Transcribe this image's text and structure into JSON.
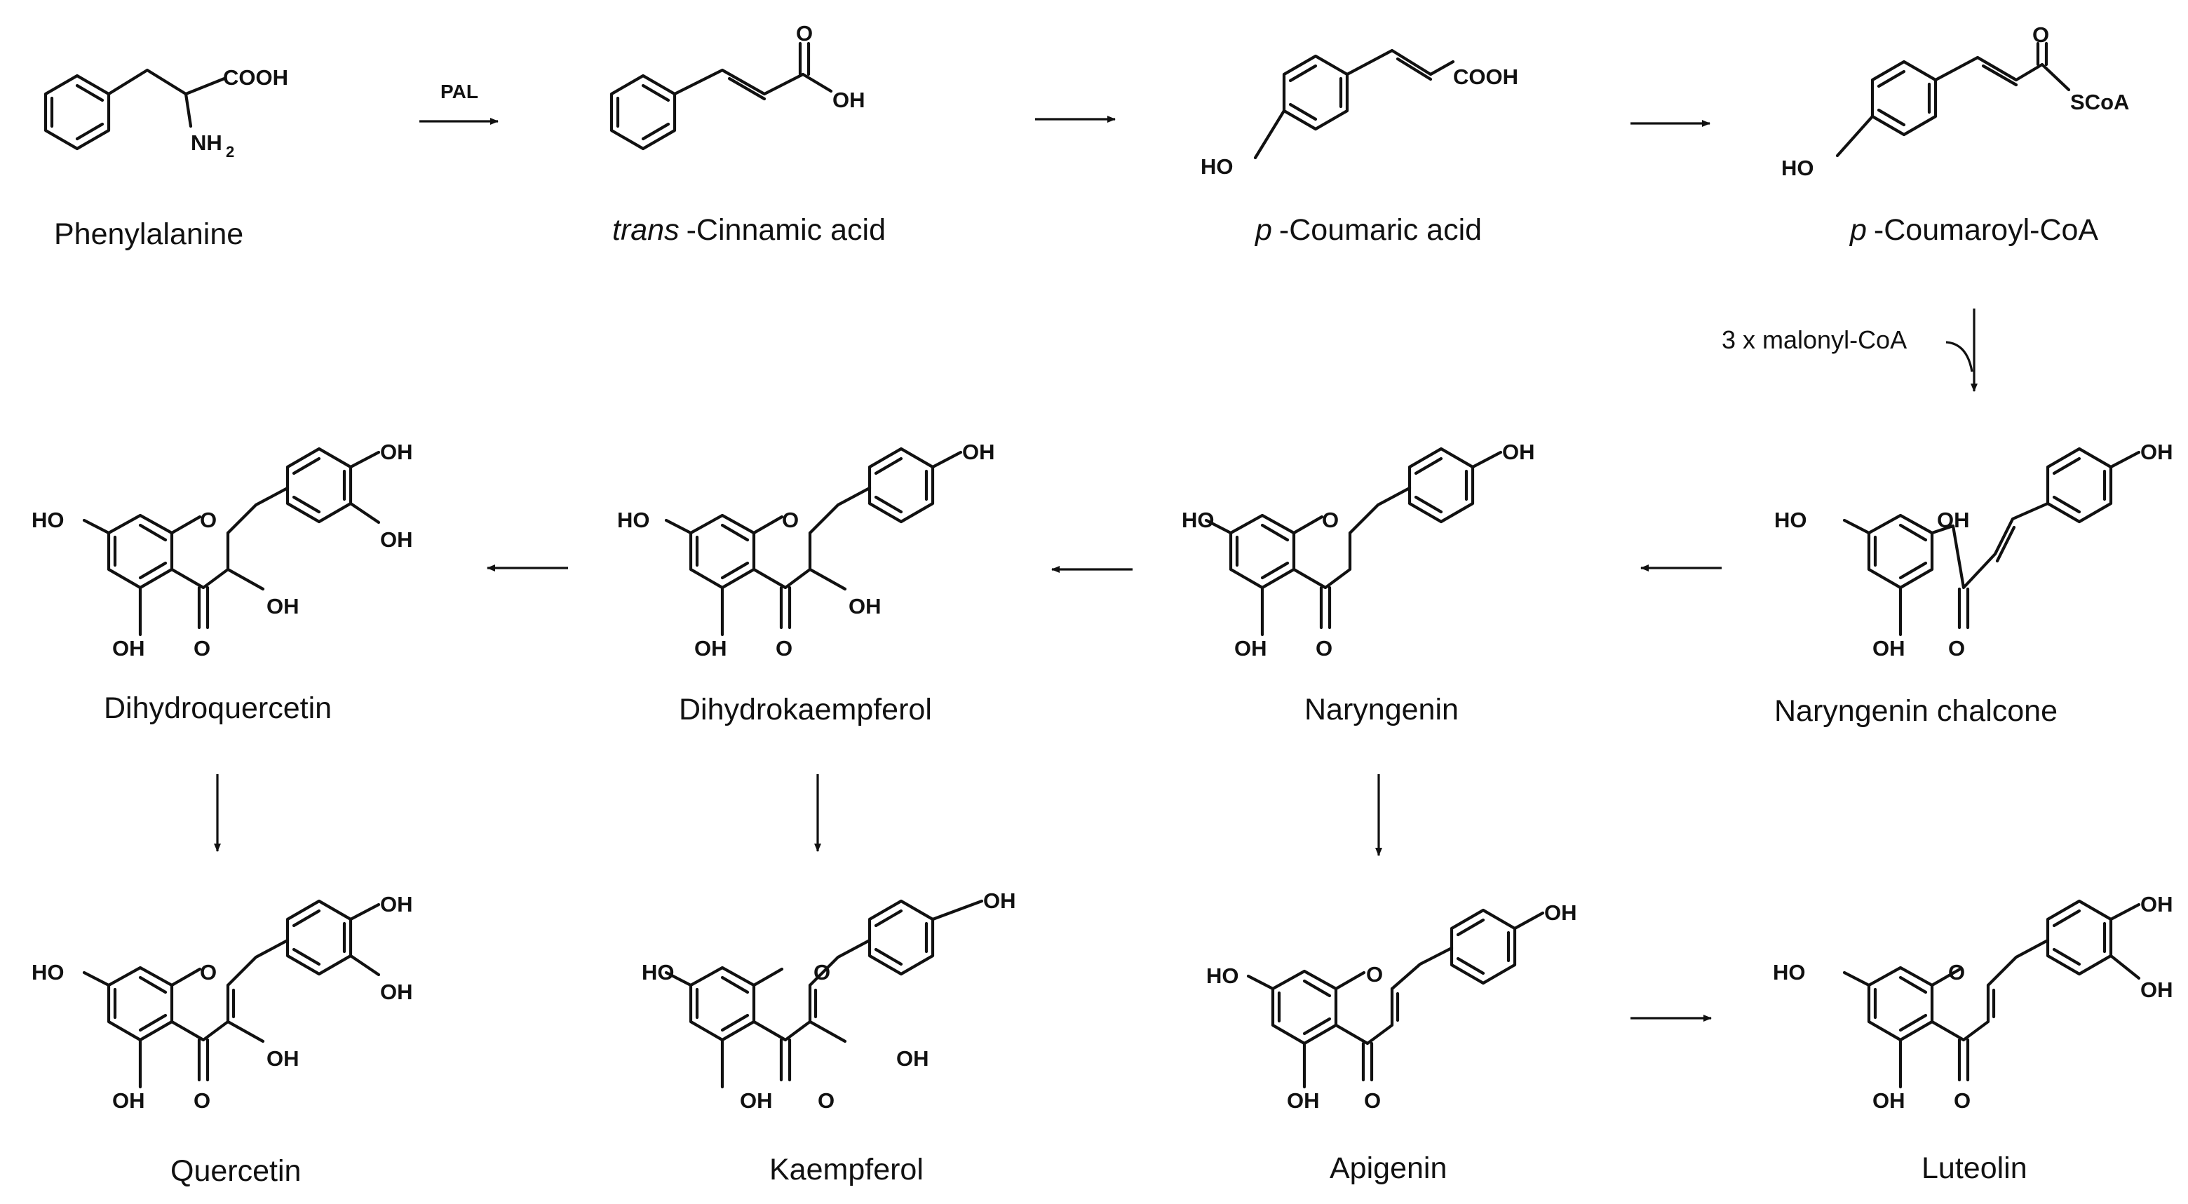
{
  "compounds": [
    {
      "name": "Phenylalanine",
      "groups": [
        "COOH",
        "NH",
        "2"
      ]
    },
    {
      "prefix": "trans",
      "name": "-Cinnamic acid",
      "groups": [
        "O",
        "OH"
      ]
    },
    {
      "prefix": "p",
      "name": "-Coumaric acid",
      "groups": [
        "COOH",
        "HO"
      ]
    },
    {
      "prefix": "p",
      "name": "-Coumaroyl-CoA",
      "groups": [
        "O",
        "SCoA",
        "HO"
      ]
    },
    {
      "name": "Naryngenin chalcone",
      "groups": [
        "OH",
        "HO",
        "OH",
        "OH",
        "O"
      ]
    },
    {
      "name": "Naryngenin",
      "groups": [
        "OH",
        "HO",
        "O",
        "OH",
        "O"
      ]
    },
    {
      "name": "Dihydrokaempferol",
      "groups": [
        "OH",
        "HO",
        "O",
        "OH",
        "OH",
        "O"
      ]
    },
    {
      "name": "Dihydroquercetin",
      "groups": [
        "OH",
        "OH",
        "HO",
        "O",
        "OH",
        "OH",
        "O"
      ]
    },
    {
      "name": "Quercetin",
      "groups": [
        "OH",
        "OH",
        "HO",
        "O",
        "OH",
        "OH",
        "O"
      ]
    },
    {
      "name": "Kaempferol",
      "groups": [
        "OH",
        "HO",
        "O",
        "OH",
        "OH",
        "O"
      ]
    },
    {
      "name": "Apigenin",
      "groups": [
        "OH",
        "HO",
        "O",
        "OH",
        "O"
      ]
    },
    {
      "name": "Luteolin",
      "groups": [
        "OH",
        "OH",
        "HO",
        "O",
        "OH",
        "O"
      ]
    }
  ],
  "conditions": {
    "pal": "PAL",
    "malonyl": "3 x malonyl-CoA"
  }
}
